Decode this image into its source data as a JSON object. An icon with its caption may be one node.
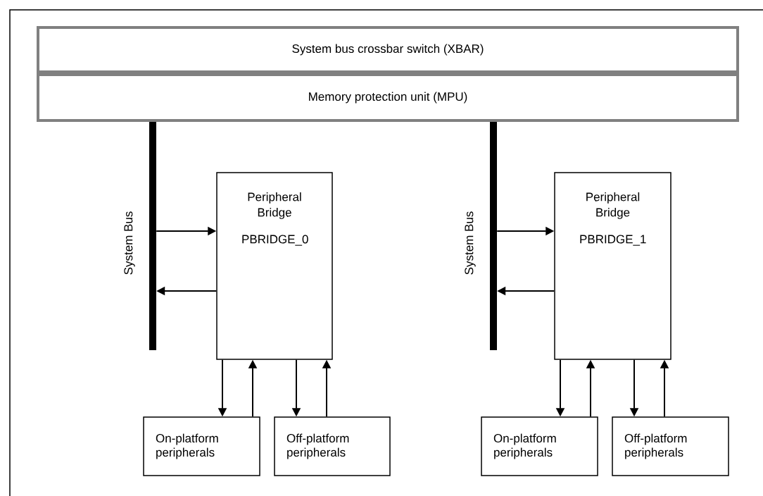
{
  "diagram": {
    "nodes": [
      {
        "text": [
          "System bus crossbar switch (XBAR)"
        ]
      },
      {
        "text": [
          "Memory protection unit (MPU)"
        ]
      },
      {
        "text": [],
        "shape": "bar",
        "beside": [
          "System Bus"
        ]
      },
      {
        "text": [
          "Peripheral Bridge",
          "PBRIDGE_0"
        ]
      },
      {
        "text": [
          "On-platform peripherals"
        ]
      },
      {
        "text": [
          "Off-platform peripherals"
        ]
      },
      {
        "text": [],
        "shape": "bar",
        "beside": [
          "System Bus"
        ]
      },
      {
        "text": [
          "Peripheral Bridge",
          "PBRIDGE_1"
        ]
      },
      {
        "text": [
          "On-platform peripherals"
        ]
      },
      {
        "text": [
          "Off-platform peripherals"
        ]
      }
    ],
    "edges": [
      {
        "from": 2,
        "to": 3,
        "arrow": "to"
      },
      {
        "from": 3,
        "to": 2,
        "arrow": "to"
      },
      {
        "from": 3,
        "to": 4,
        "arrow": "to"
      },
      {
        "from": 4,
        "to": 3,
        "arrow": "to"
      },
      {
        "from": 3,
        "to": 5,
        "arrow": "to"
      },
      {
        "from": 5,
        "to": 3,
        "arrow": "to"
      },
      {
        "from": 6,
        "to": 7,
        "arrow": "to"
      },
      {
        "from": 7,
        "to": 6,
        "arrow": "to"
      },
      {
        "from": 7,
        "to": 8,
        "arrow": "to"
      },
      {
        "from": 8,
        "to": 7,
        "arrow": "to"
      },
      {
        "from": 7,
        "to": 9,
        "arrow": "to"
      },
      {
        "from": 9,
        "to": 7,
        "arrow": "to"
      }
    ]
  }
}
